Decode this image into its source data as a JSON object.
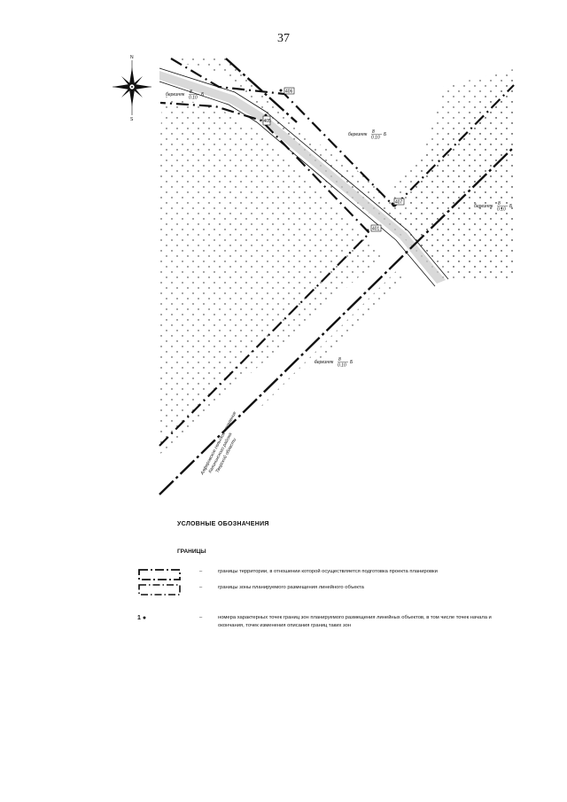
{
  "page_number": "37",
  "compass": {
    "north": "N",
    "south": "S"
  },
  "map": {
    "points": [
      {
        "id": "p406",
        "label": "406"
      },
      {
        "id": "p405",
        "label": "405"
      },
      {
        "id": "p407",
        "label": "407"
      },
      {
        "id": "p401",
        "label": "401"
      }
    ],
    "forest_labels": [
      {
        "id": "f1",
        "prefix": "березняк",
        "num": "8",
        "den": "0.10",
        "suffix": "Б"
      },
      {
        "id": "f2",
        "prefix": "березняк",
        "num": "8",
        "den": "0.10",
        "suffix": "Б"
      },
      {
        "id": "f3",
        "prefix": "березняк",
        "num": "8",
        "den": "0.10",
        "suffix": "Б"
      },
      {
        "id": "f4",
        "prefix": "березняк",
        "num": "8",
        "den": "0.10",
        "suffix": "Б"
      }
    ],
    "district_label": [
      "Алферовское сельское поселение",
      "Калининского района",
      "Тверской области"
    ]
  },
  "legend": {
    "title": "УСЛОВНЫЕ ОБОЗНАЧЕНИЯ",
    "subtitle": "ГРАНИЦЫ",
    "items": [
      {
        "dash": "–",
        "text": "границы территории, в отношении которой осуществляется подготовка проекта планировки"
      },
      {
        "dash": "–",
        "text": "границы зоны планируемого размещения линейного объекта"
      },
      {
        "symbol": "1 ●",
        "dash": "–",
        "text": "номера характерных точек границ зон планируемого размещения линейных объектов, в том числе точек начала и окончания, точек изменения описания границ таких зон"
      }
    ]
  },
  "colors": {
    "ink": "#111111",
    "road_fill": "#bdbdbd"
  }
}
